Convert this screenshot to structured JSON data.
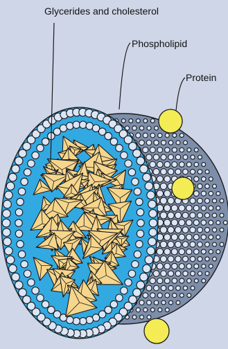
{
  "labels": {
    "glycerides": "Glycerides and cholesterol",
    "phospholipid": "Phospholipid",
    "protein": "Protein"
  },
  "colors": {
    "background": "#cfd6e8",
    "core_fill": "#f6d68c",
    "core_stroke": "#1a1a1a",
    "lipid_layer": "#33a9e2",
    "head_fill": "#dbe5f6",
    "protein_fill": "#f3ec55"
  }
}
